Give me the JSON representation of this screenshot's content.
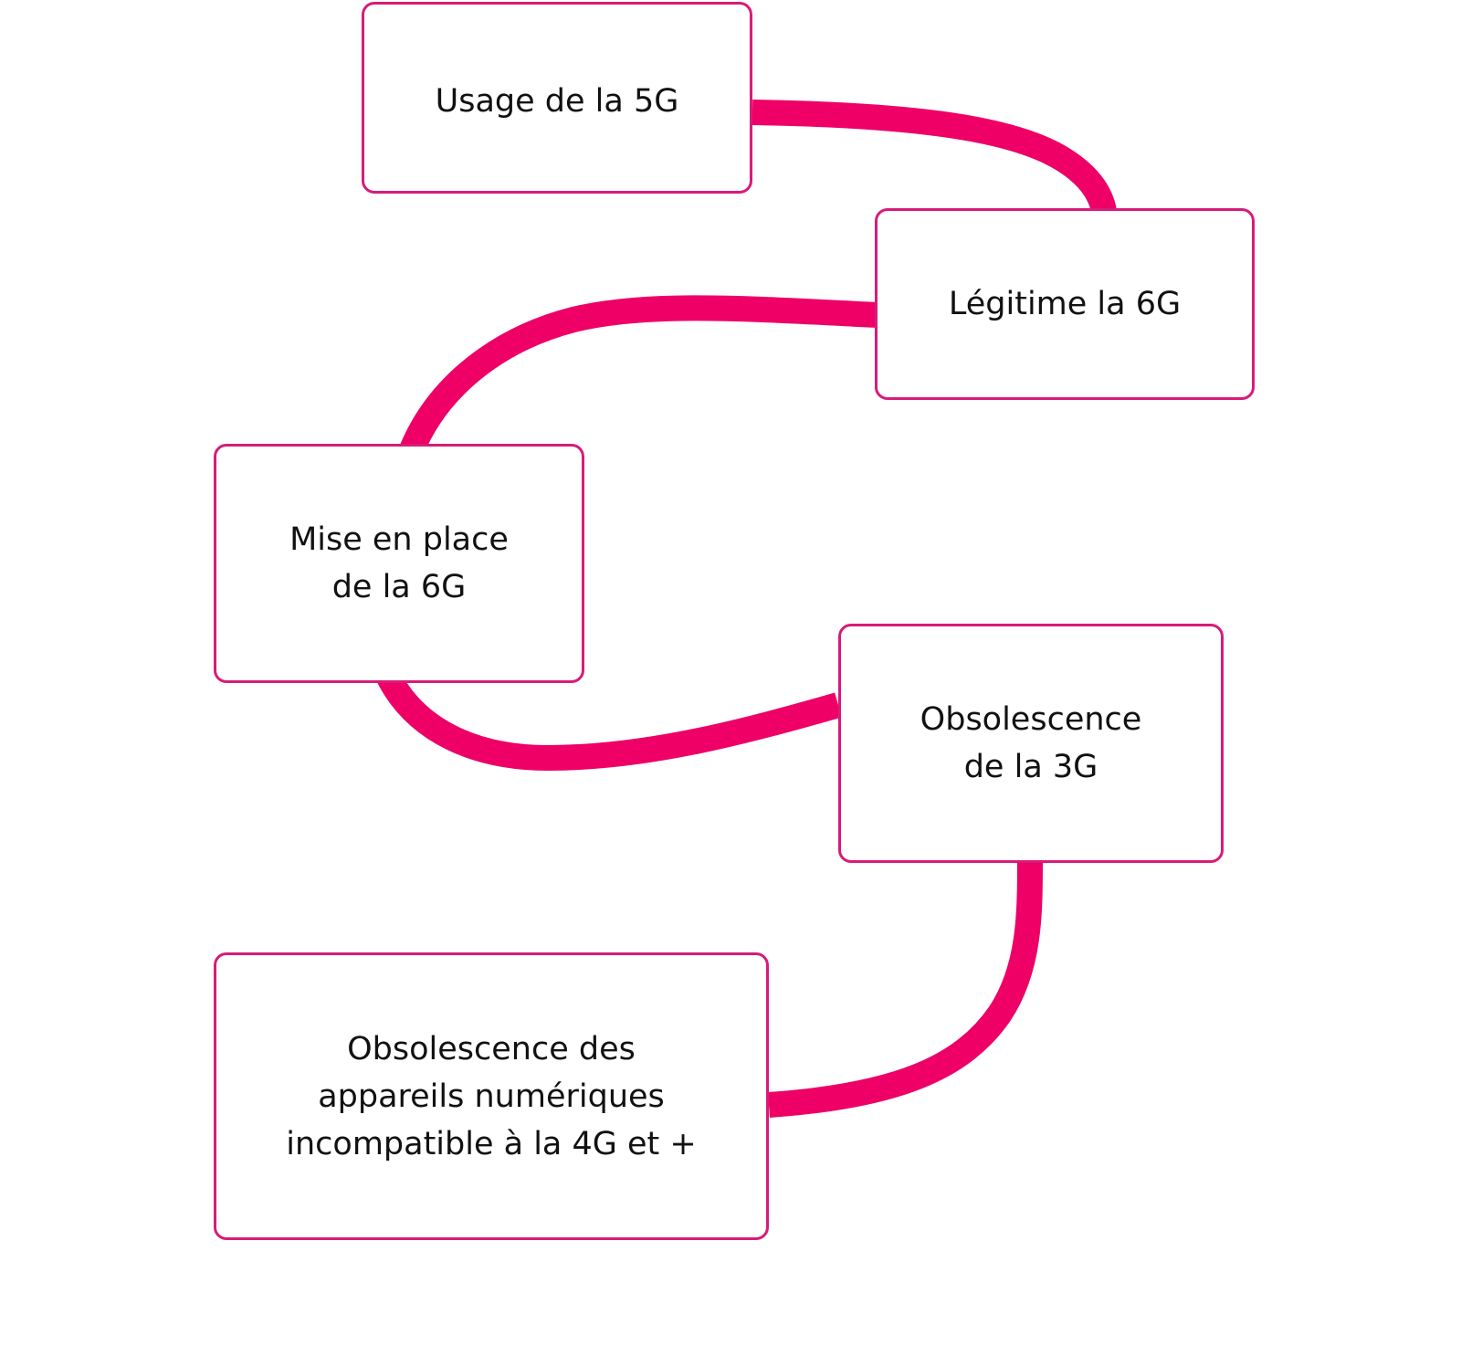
{
  "colors": {
    "connector": "#ee0066",
    "node_border": "#d81b7a",
    "text": "#111111",
    "background": "#ffffff"
  },
  "nodes": {
    "usage_5g": "Usage de la 5G",
    "legitime_6g": "Légitime la 6G",
    "mise_en_place_6g": "Mise en place\nde la 6G",
    "obsolescence_3g": "Obsolescence\nde la 3G",
    "obsolescence_appareils": "Obsolescence des\nappareils numériques\nincompatible à la 4G et +"
  },
  "connections": [
    {
      "from": "usage_5g",
      "to": "legitime_6g"
    },
    {
      "from": "legitime_6g",
      "to": "mise_en_place_6g"
    },
    {
      "from": "mise_en_place_6g",
      "to": "obsolescence_3g"
    },
    {
      "from": "obsolescence_3g",
      "to": "obsolescence_appareils"
    }
  ]
}
